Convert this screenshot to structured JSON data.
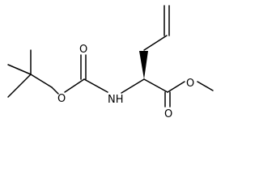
{
  "molecule": {
    "atoms": {
      "carbamate_ether_oxygen": "O",
      "carbamate_carbonyl_oxygen": "O",
      "amide_nitrogen": "NH",
      "ester_ether_oxygen": "O",
      "ester_carbonyl_oxygen": "O"
    }
  }
}
